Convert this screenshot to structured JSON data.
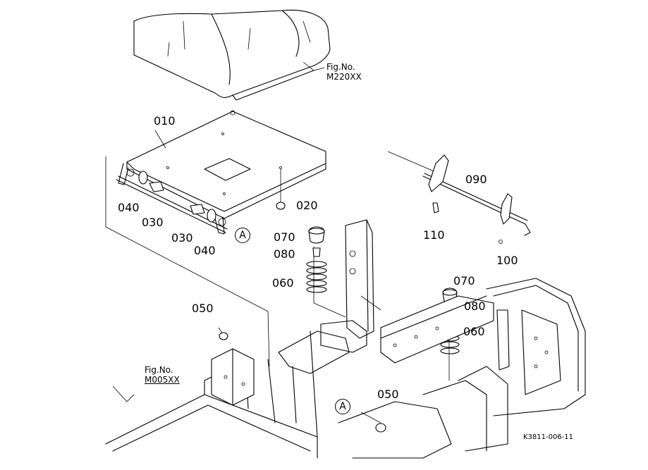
{
  "labels": {
    "p010": "010",
    "p020": "020",
    "p030a": "030",
    "p030b": "030",
    "p040a": "040",
    "p040b": "040",
    "p050a": "050",
    "p050b": "050",
    "p060a": "060",
    "p060b": "060",
    "p070a": "070",
    "p070b": "070",
    "p080a": "080",
    "p080b": "080",
    "p090": "090",
    "p100": "100",
    "p110": "110"
  },
  "refs": {
    "seat_title": "Fig.No.",
    "seat_fig": "M220XX",
    "frame_title": "Fig.No.",
    "frame_fig": "M005XX",
    "marker_a1": "A",
    "marker_a2": "A"
  },
  "drawing_code": "K3811-006-11"
}
